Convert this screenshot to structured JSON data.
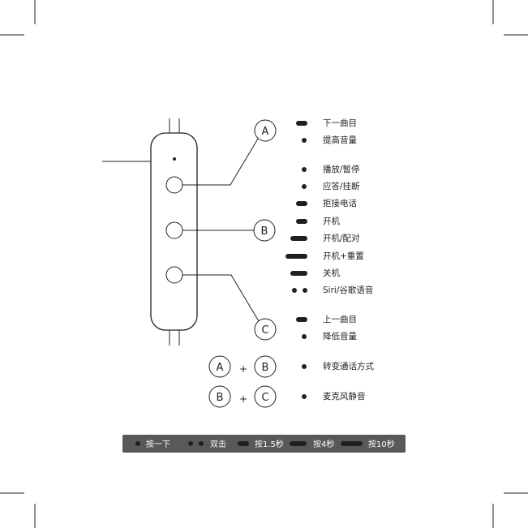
{
  "buttons": {
    "A": "A",
    "B": "B",
    "C": "C"
  },
  "plus": "+",
  "functions": {
    "A": [
      {
        "press": "hold_1_5s",
        "label": "下一曲目"
      },
      {
        "press": "single",
        "label": "提高音量"
      }
    ],
    "B": [
      {
        "press": "single",
        "label": "播放/暂停"
      },
      {
        "press": "single",
        "label": "应答/挂断"
      },
      {
        "press": "hold_1_5s",
        "label": "拒接电话"
      },
      {
        "press": "hold_1_5s",
        "label": "开机"
      },
      {
        "press": "hold_4s",
        "label": "开机/配对"
      },
      {
        "press": "hold_10s",
        "label": "开机+重置"
      },
      {
        "press": "hold_4s",
        "label": "关机"
      },
      {
        "press": "double",
        "label": "Siri/谷歌语音"
      }
    ],
    "C": [
      {
        "press": "hold_1_5s",
        "label": "上一曲目"
      },
      {
        "press": "single",
        "label": "降低音量"
      }
    ],
    "combos": [
      {
        "keys": [
          "A",
          "B"
        ],
        "press": "single",
        "label": "转变通话方式"
      },
      {
        "keys": [
          "B",
          "C"
        ],
        "press": "single",
        "label": "麦克风静音"
      }
    ]
  },
  "legend": {
    "single": "按一下",
    "double": "双击",
    "hold_1_5s": "按1.5秒",
    "hold_4s": "按4秒",
    "hold_10s": "按10秒"
  },
  "colors": {
    "ink": "#231f20",
    "legend_bg": "#58595b",
    "legend_text": "#ffffff"
  }
}
